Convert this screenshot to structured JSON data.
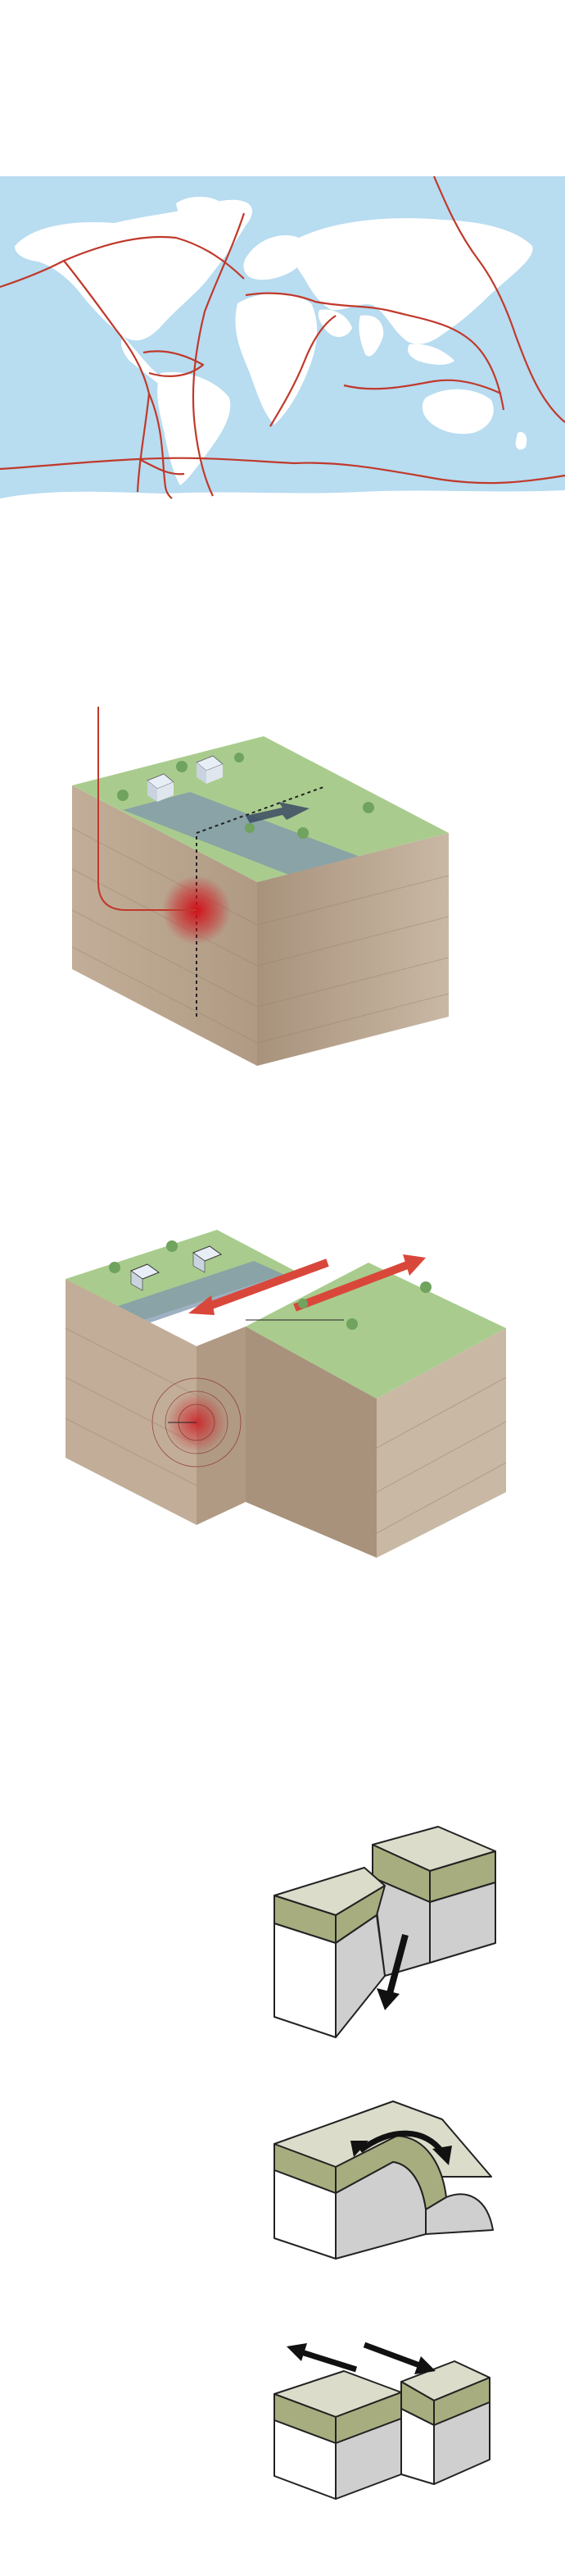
{
  "colors": {
    "ocean": "#b8dcf0",
    "land": "#ffffff",
    "plate_boundary": "#c0392b",
    "grass": "#a9cc8e",
    "soil": "#c8b6a2",
    "road": "#7f95ad",
    "focus": "#d0121b",
    "block_top": "#dcdccb",
    "block_layer": "#a7ad7e",
    "block_side": "#cfcfcf",
    "arrow": "#111111"
  },
  "panels": [
    {
      "id": "world-map",
      "icon": "plate-boundary-map-icon"
    },
    {
      "id": "earthquake-block",
      "icon": "earthquake-focus-diagram-icon"
    },
    {
      "id": "transform-fault-block",
      "icon": "strike-slip-diagram-icon"
    },
    {
      "id": "normal-fault",
      "icon": "normal-fault-icon"
    },
    {
      "id": "fold",
      "icon": "fold-icon"
    },
    {
      "id": "strike-slip-fault",
      "icon": "strike-slip-fault-icon"
    }
  ]
}
